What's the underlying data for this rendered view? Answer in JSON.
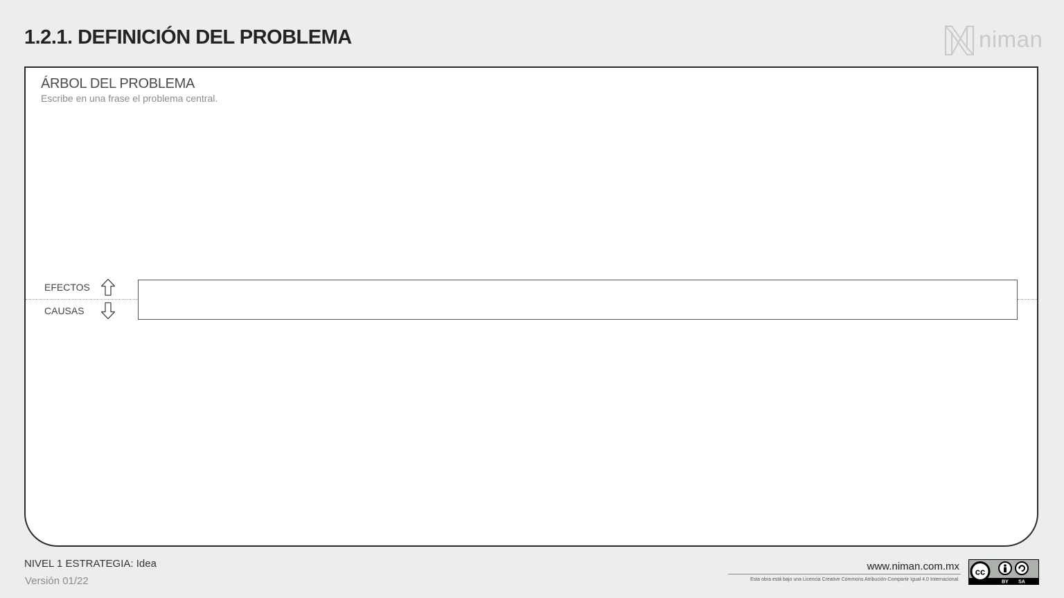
{
  "header": {
    "title": "1.2.1. DEFINICIÓN DEL PROBLEMA",
    "logo_text": "niman",
    "logo_icon": "niman-n-logo-icon"
  },
  "card": {
    "title": "ÁRBOL DEL PROBLEMA",
    "subtitle": "Escribe en una frase el problema central.",
    "effects_label": "EFECTOS",
    "causes_label": "CAUSAS",
    "effects_icon": "arrow-up-outline-icon",
    "causes_icon": "arrow-down-outline-icon",
    "problem_value": ""
  },
  "footer": {
    "level": "NIVEL 1 ESTRATEGIA: Idea",
    "version": "Versión 01/22",
    "url": "www.niman.com.mx",
    "license_text": "Esta obra está bajo una Licencia Creative Commons Atribución-Compartir Igual 4.0 Internacional.",
    "badge_by": "BY",
    "badge_sa": "SA"
  },
  "colors": {
    "background": "#ededed",
    "card": "#ffffff",
    "border": "#2a2a2a",
    "logo": "#c9c9c9"
  }
}
